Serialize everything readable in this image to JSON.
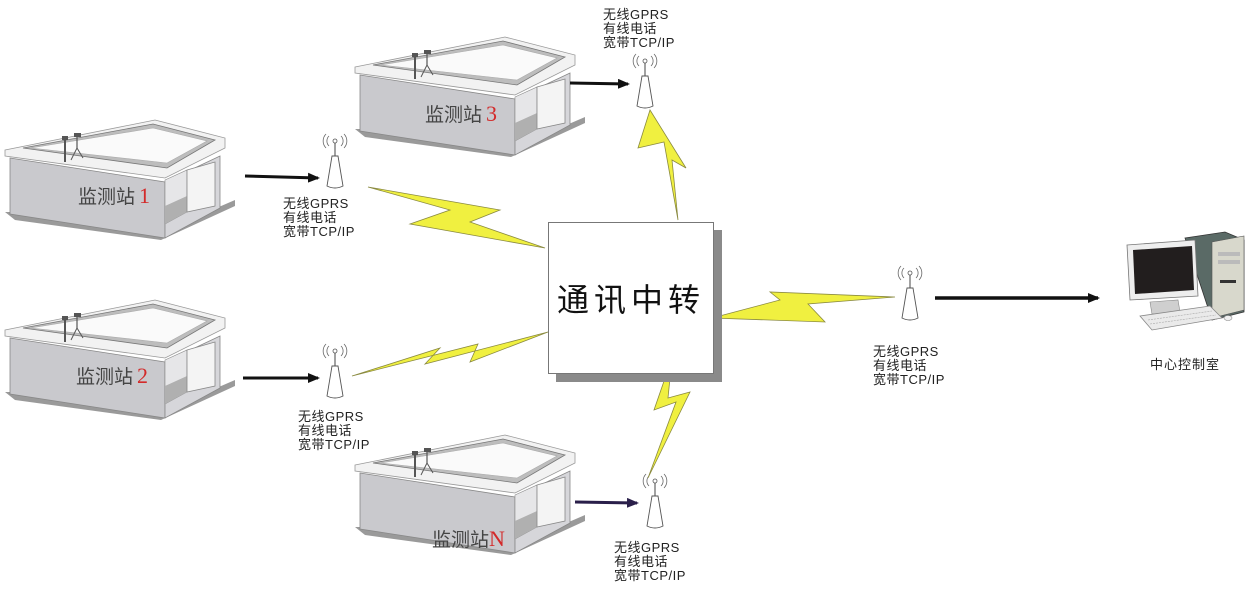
{
  "hub": {
    "label": "通讯中转"
  },
  "stations": [
    {
      "name": "监测站",
      "number": "1"
    },
    {
      "name": "监测站",
      "number": "2"
    },
    {
      "name": "监测站",
      "number": "3"
    },
    {
      "name": "监测站",
      "number": "N"
    }
  ],
  "comm_labels": [
    {
      "line1": "无线GPRS",
      "line2": "有线电话",
      "line3": "宽带TCP/IP"
    },
    {
      "line1": "无线GPRS",
      "line2": "有线电话",
      "line3": "宽带TCP/IP"
    },
    {
      "line1": "无线GPRS",
      "line2": "有线电话",
      "line3": "宽带TCP/IP"
    },
    {
      "line1": "无线GPRS",
      "line2": "有线电话",
      "line3": "宽带TCP/IP"
    },
    {
      "line1": "无线GPRS",
      "line2": "有线电话",
      "line3": "宽带TCP/IP"
    }
  ],
  "control_center": {
    "label": "中心控制室"
  },
  "colors": {
    "station_number": "#d32a2a",
    "lightning": "#f0f040",
    "lightning_edge": "#9a9a40",
    "station_wall": "#c8c8cc"
  }
}
